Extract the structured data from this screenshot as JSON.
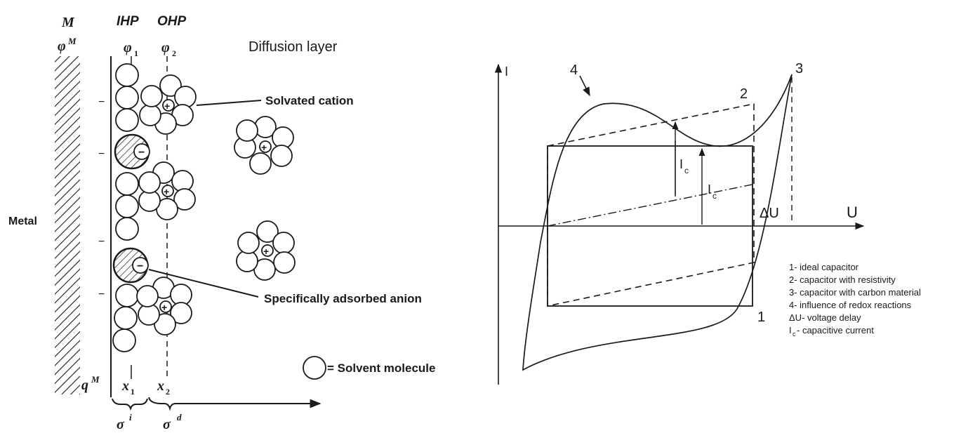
{
  "left_diagram": {
    "metal_symbol": "M",
    "potential_symbol": "φ",
    "potential_superscript": "M",
    "ihp_label": "IHP",
    "ohp_label": "OHP",
    "phi1_symbol": "φ",
    "phi1_sub": "1",
    "phi2_symbol": "φ",
    "phi2_sub": "2",
    "diffusion_label": "Diffusion layer",
    "solvated_cation_label": "Solvated cation",
    "anion_label": "Specifically adsorbed anion",
    "metal_label": "Metal",
    "solvent_legend": "= Solvent molecule",
    "charge_symbol": "q",
    "charge_superscript": "M",
    "x1_symbol": "x",
    "x1_sub": "1",
    "x2_symbol": "x",
    "x2_sub": "2",
    "sigma_i_symbol": "σ",
    "sigma_i_sup": "i",
    "sigma_d_symbol": "σ",
    "sigma_d_sup": "d",
    "surface_charge_mark": "−",
    "cation_mark": "+",
    "anion_mark": "−"
  },
  "right_chart": {
    "y_axis_label": "I",
    "x_axis_label": "U",
    "curve_labels": [
      "1",
      "2",
      "3",
      "4"
    ],
    "delta_u_label": "ΔU",
    "ic_symbol": "I",
    "ic_sub": "c",
    "legend": [
      "1- ideal capacitor",
      "2- capacitor with resistivity",
      "3- capacitor with carbon material",
      "4- influence of redox reactions",
      "ΔU- voltage delay"
    ],
    "legend_last_prefix": "I",
    "legend_last_sub": "c",
    "legend_last_rest": "- capacitive current"
  }
}
